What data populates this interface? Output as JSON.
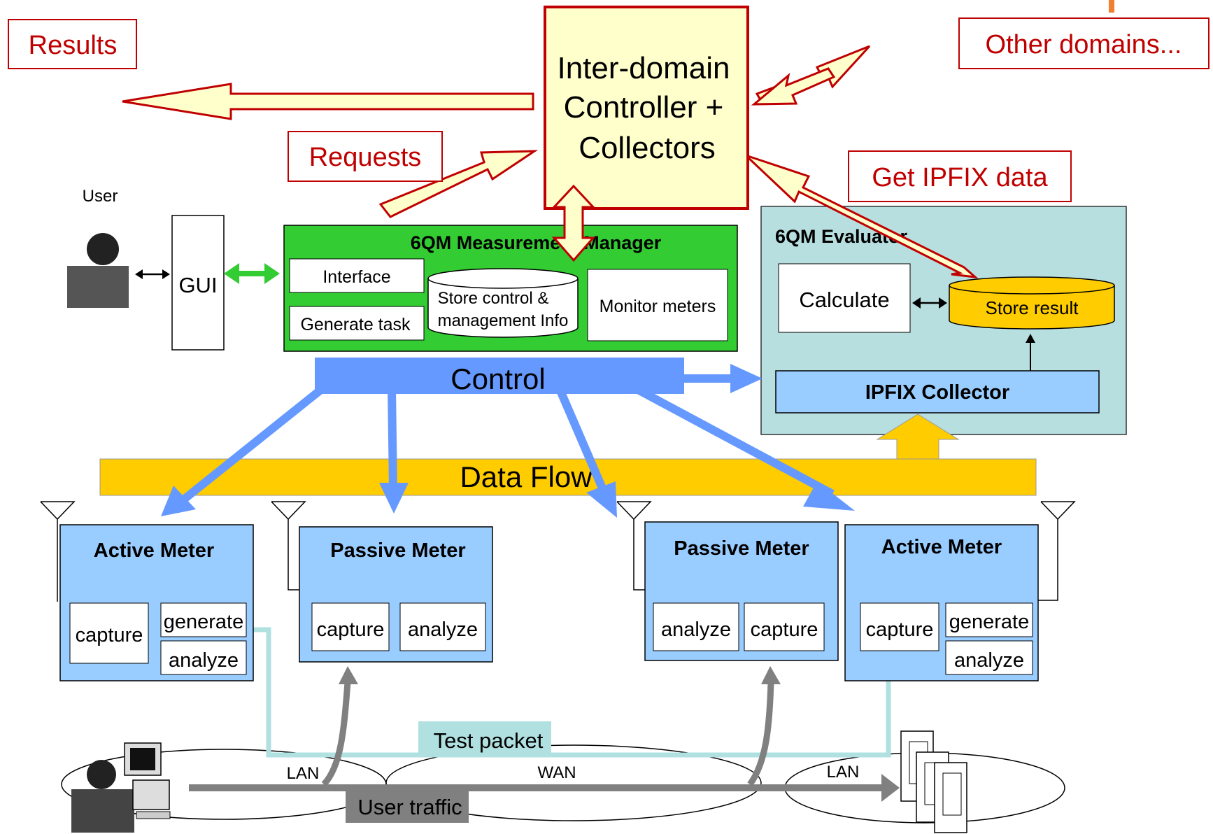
{
  "labels": {
    "results": "Results",
    "other_domains": "Other domains...",
    "requests": "Requests",
    "get_ipfix": "Get IPFIX data",
    "controller_line1": "Inter-domain",
    "controller_line2": "Controller +",
    "controller_line3": "Collectors",
    "user": "User",
    "gui": "GUI",
    "manager_title": "6QM Measurement Manager",
    "interface": "Interface",
    "generate_task": "Generate task",
    "store_control_line1": "Store control &",
    "store_control_line2": "management Info",
    "monitor_meters": "Monitor meters",
    "evaluator_title": "6QM Evaluator",
    "calculate": "Calculate",
    "store_result": "Store result",
    "ipfix_collector": "IPFIX Collector",
    "control": "Control",
    "data_flow": "Data Flow",
    "test_packet": "Test packet",
    "user_traffic": "User traffic",
    "lan_left": "LAN",
    "wan": "WAN",
    "lan_right": "LAN"
  },
  "meters": [
    {
      "title": "Active Meter",
      "modules": [
        "capture",
        "generate",
        "analyze"
      ]
    },
    {
      "title": "Passive Meter",
      "modules": [
        "capture",
        "analyze"
      ]
    },
    {
      "title": "Passive Meter",
      "modules": [
        "analyze",
        "capture"
      ]
    },
    {
      "title": "Active Meter",
      "modules": [
        "capture",
        "generate",
        "analyze"
      ]
    }
  ],
  "colors": {
    "callout_red": "#c00000",
    "pale_yellow": "#ffffcc",
    "manager_green": "#33cc33",
    "evaluator_teal": "#b8dfe0",
    "control_blue": "#6699ff",
    "meter_blue": "#99ccff",
    "dataflow_yellow": "#ffcc00",
    "traffic_gray": "#808080",
    "test_packet_teal": "#b0e0e0"
  }
}
